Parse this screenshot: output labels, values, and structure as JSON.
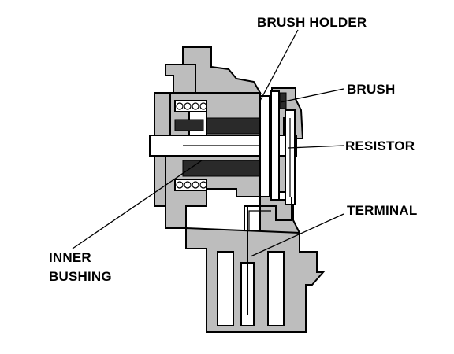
{
  "labels": {
    "brush_holder": "BRUSH HOLDER",
    "brush": "BRUSH",
    "resistor": "RESISTOR",
    "terminal": "TERMINAL",
    "inner_bushing_line1": "INNER",
    "inner_bushing_line2": "BUSHING"
  },
  "colors": {
    "housing_gray": "#bdbdbd",
    "ink": "#000000",
    "background": "#ffffff"
  }
}
